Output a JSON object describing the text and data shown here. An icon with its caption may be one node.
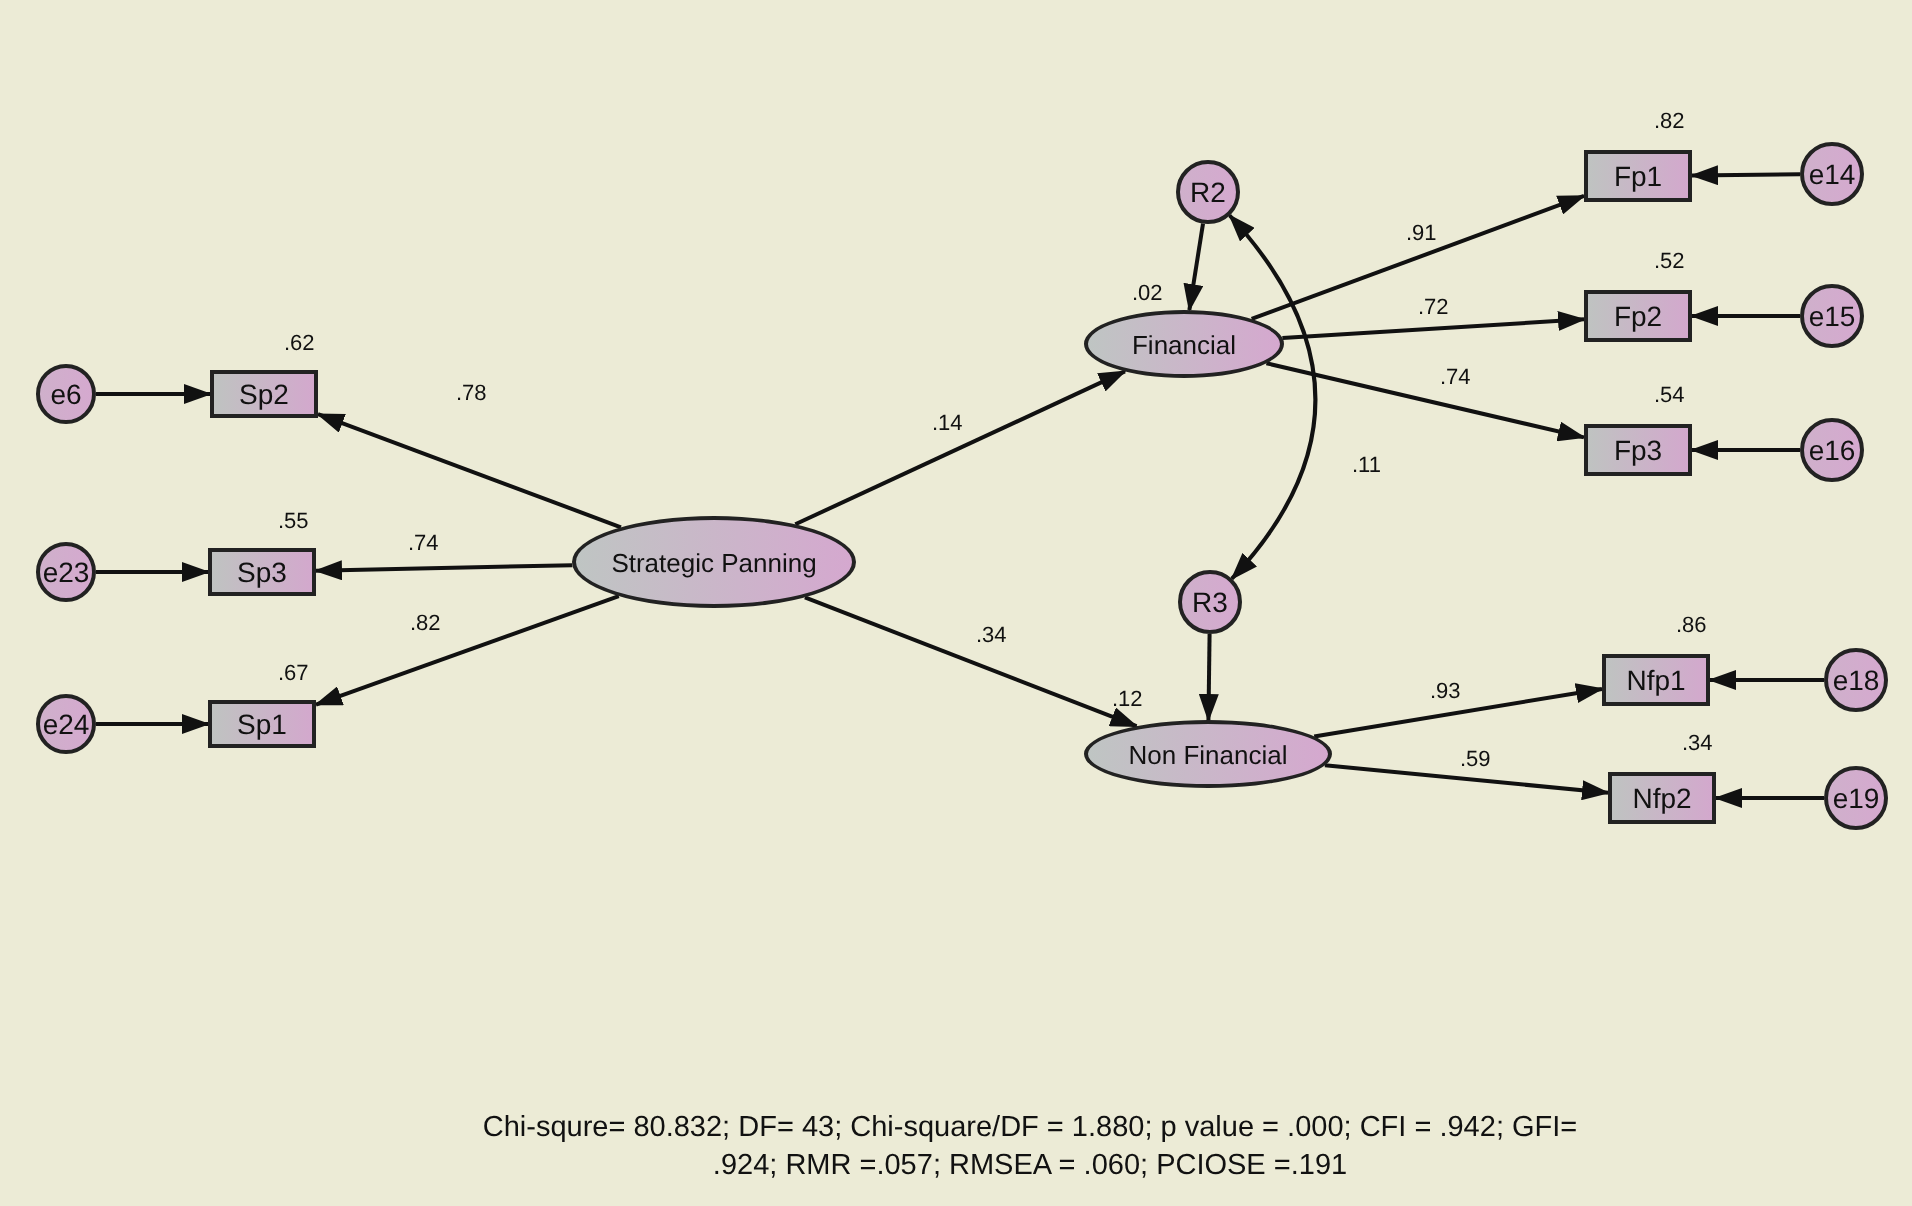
{
  "diagram": {
    "caption": "Chi-squre= 80.832; DF= 43; Chi-square/DF  = 1.880; p value = .000; CFI = .942; GFI= .924; RMR =.057; RMSEA = .060; PCIOSE =.191",
    "nodes": [
      {
        "text": [
          "e6"
        ]
      },
      {
        "text": [
          "Sp2"
        ],
        "beside": [
          ".62"
        ]
      },
      {
        "text": [
          "e23"
        ]
      },
      {
        "text": [
          "Sp3"
        ],
        "beside": [
          ".55"
        ]
      },
      {
        "text": [
          "e24"
        ]
      },
      {
        "text": [
          "Sp1"
        ],
        "beside": [
          ".67"
        ]
      },
      {
        "text": [
          "Strategic Panning"
        ]
      },
      {
        "text": [
          "R2"
        ]
      },
      {
        "text": [
          "Financial"
        ],
        "beside": [
          ".02"
        ]
      },
      {
        "text": [
          "Fp1"
        ],
        "beside": [
          ".82"
        ]
      },
      {
        "text": [
          "e14"
        ]
      },
      {
        "text": [
          "Fp2"
        ],
        "beside": [
          ".52"
        ]
      },
      {
        "text": [
          "e15"
        ]
      },
      {
        "text": [
          "Fp3"
        ],
        "beside": [
          ".54"
        ]
      },
      {
        "text": [
          "e16"
        ]
      },
      {
        "text": [
          "R3"
        ]
      },
      {
        "text": [
          "Non Financial"
        ],
        "beside": [
          ".12"
        ]
      },
      {
        "text": [
          "Nfp1"
        ],
        "beside": [
          ".86"
        ]
      },
      {
        "text": [
          "e18"
        ]
      },
      {
        "text": [
          "Nfp2"
        ],
        "beside": [
          ".34"
        ]
      },
      {
        "text": [
          "e19"
        ]
      }
    ],
    "edges": [
      {
        "from": 0,
        "to": 1,
        "arrow": "to"
      },
      {
        "from": 2,
        "to": 3,
        "arrow": "to"
      },
      {
        "from": 4,
        "to": 5,
        "arrow": "to"
      },
      {
        "from": 6,
        "to": 1,
        "arrow": "to",
        "label": ".78"
      },
      {
        "from": 6,
        "to": 3,
        "arrow": "to",
        "label": ".74"
      },
      {
        "from": 6,
        "to": 5,
        "arrow": "to",
        "label": ".82"
      },
      {
        "from": 6,
        "to": 8,
        "arrow": "to",
        "label": ".14"
      },
      {
        "from": 6,
        "to": 16,
        "arrow": "to",
        "label": ".34"
      },
      {
        "from": 7,
        "to": 8,
        "arrow": "to"
      },
      {
        "from": 8,
        "to": 9,
        "arrow": "to",
        "label": ".91"
      },
      {
        "from": 8,
        "to": 11,
        "arrow": "to",
        "label": ".72"
      },
      {
        "from": 8,
        "to": 13,
        "arrow": "to",
        "label": ".74"
      },
      {
        "from": 10,
        "to": 9,
        "arrow": "to"
      },
      {
        "from": 12,
        "to": 11,
        "arrow": "to"
      },
      {
        "from": 14,
        "to": 13,
        "arrow": "to"
      },
      {
        "from": 7,
        "to": 15,
        "arrow": "both",
        "label": ".11"
      },
      {
        "from": 15,
        "to": 16,
        "arrow": "to"
      },
      {
        "from": 16,
        "to": 17,
        "arrow": "to",
        "label": ".93"
      },
      {
        "from": 16,
        "to": 19,
        "arrow": "to",
        "label": ".59"
      },
      {
        "from": 18,
        "to": 17,
        "arrow": "to"
      },
      {
        "from": 20,
        "to": 19,
        "arrow": "to"
      }
    ]
  }
}
